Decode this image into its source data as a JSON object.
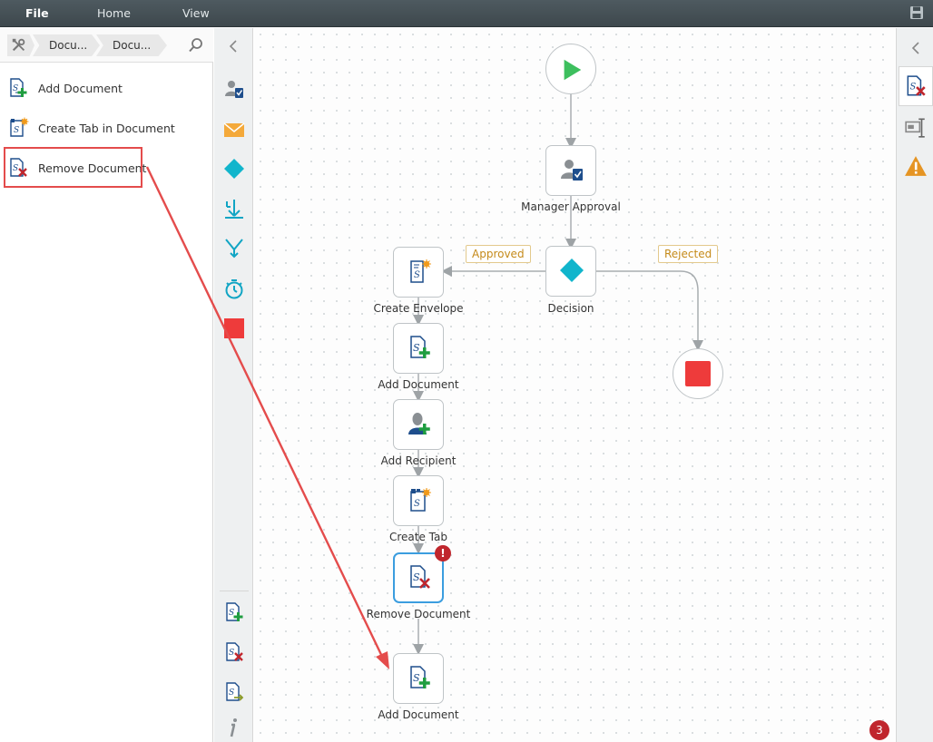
{
  "menu": {
    "file": "File",
    "home": "Home",
    "view": "View"
  },
  "breadcrumb": {
    "crumb1": "Docu...",
    "crumb2": "Docu..."
  },
  "actions": [
    {
      "label": "Add Document",
      "icon": "add-document-icon"
    },
    {
      "label": "Create Tab in Document",
      "icon": "create-tab-icon"
    },
    {
      "label": "Remove Document",
      "icon": "remove-document-icon"
    }
  ],
  "workflow": {
    "nodes": {
      "manager_approval": "Manager Approval",
      "decision": "Decision",
      "create_envelope": "Create Envelope",
      "add_document_1": "Add Document",
      "add_recipient": "Add Recipient",
      "create_tab": "Create Tab",
      "remove_document": "Remove Document",
      "add_document_2": "Add Document"
    },
    "edges": {
      "approved": "Approved",
      "rejected": "Rejected"
    },
    "error_badge": "!"
  },
  "status": {
    "issue_count": "3"
  },
  "colors": {
    "topbar": "#434e53",
    "accent": "#3b9ddf",
    "error": "#c0262d",
    "stop": "#ee3b3b",
    "start": "#3dbf5e",
    "decision": "#11b5cc",
    "annotation": "#e44c4c"
  }
}
